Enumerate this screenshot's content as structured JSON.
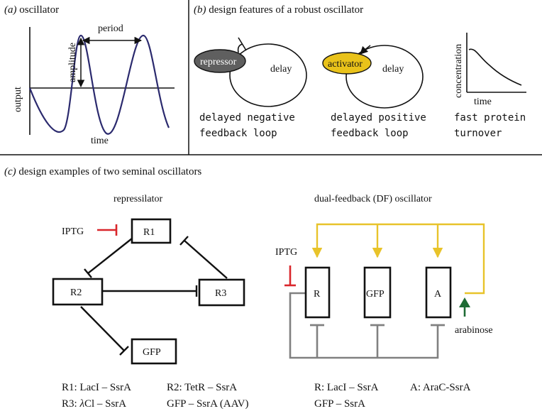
{
  "panel_a": {
    "label_letter": "(a)",
    "label_text": " oscillator",
    "period": "period",
    "amplitude": "amplitude",
    "output": "output",
    "time": "time"
  },
  "panel_b": {
    "label_letter": "(b)",
    "label_text": " design features of a robust oscillator",
    "repressor": "repressor",
    "activator": "activator",
    "delay": "delay",
    "caption_neg_1": "delayed negative",
    "caption_neg_2": "feedback loop",
    "caption_pos_1": "delayed positive",
    "caption_pos_2": "feedback loop",
    "concentration": "concentration",
    "time": "time",
    "caption_fast_1": "fast protein",
    "caption_fast_2": "turnover",
    "colors": {
      "repressor_fill": "#5f5f5f",
      "activator_fill": "#e9c21a"
    }
  },
  "panel_c": {
    "label_letter": "(c)",
    "label_text": " design examples of two seminal oscillators",
    "repressilator": {
      "title": "repressilator",
      "iptg": "IPTG",
      "r1": "R1",
      "r2": "R2",
      "r3": "R3",
      "gfp": "GFP",
      "legend_r1": "R1: LacI – SsrA",
      "legend_r2": "R2: TetR – SsrA",
      "legend_r3_prefix": "R3: ",
      "legend_r3_lambda": "λ",
      "legend_r3_rest": "Cl – SsrA",
      "legend_gfp": "GFP – SsrA (AAV)"
    },
    "dual_feedback": {
      "title": "dual-feedback (DF) oscillator",
      "iptg": "IPTG",
      "r": "R",
      "gfp": "GFP",
      "a": "A",
      "arabinose": "arabinose",
      "legend_r": "R: LacI – SsrA",
      "legend_a": "A: AraC-SsrA",
      "legend_gfp": "GFP – SsrA"
    },
    "colors": {
      "inhibit_red": "#d9262b",
      "feedback_yellow": "#e8c32a",
      "repression_gray": "#808080",
      "arabinose_green": "#1e6b34"
    }
  }
}
